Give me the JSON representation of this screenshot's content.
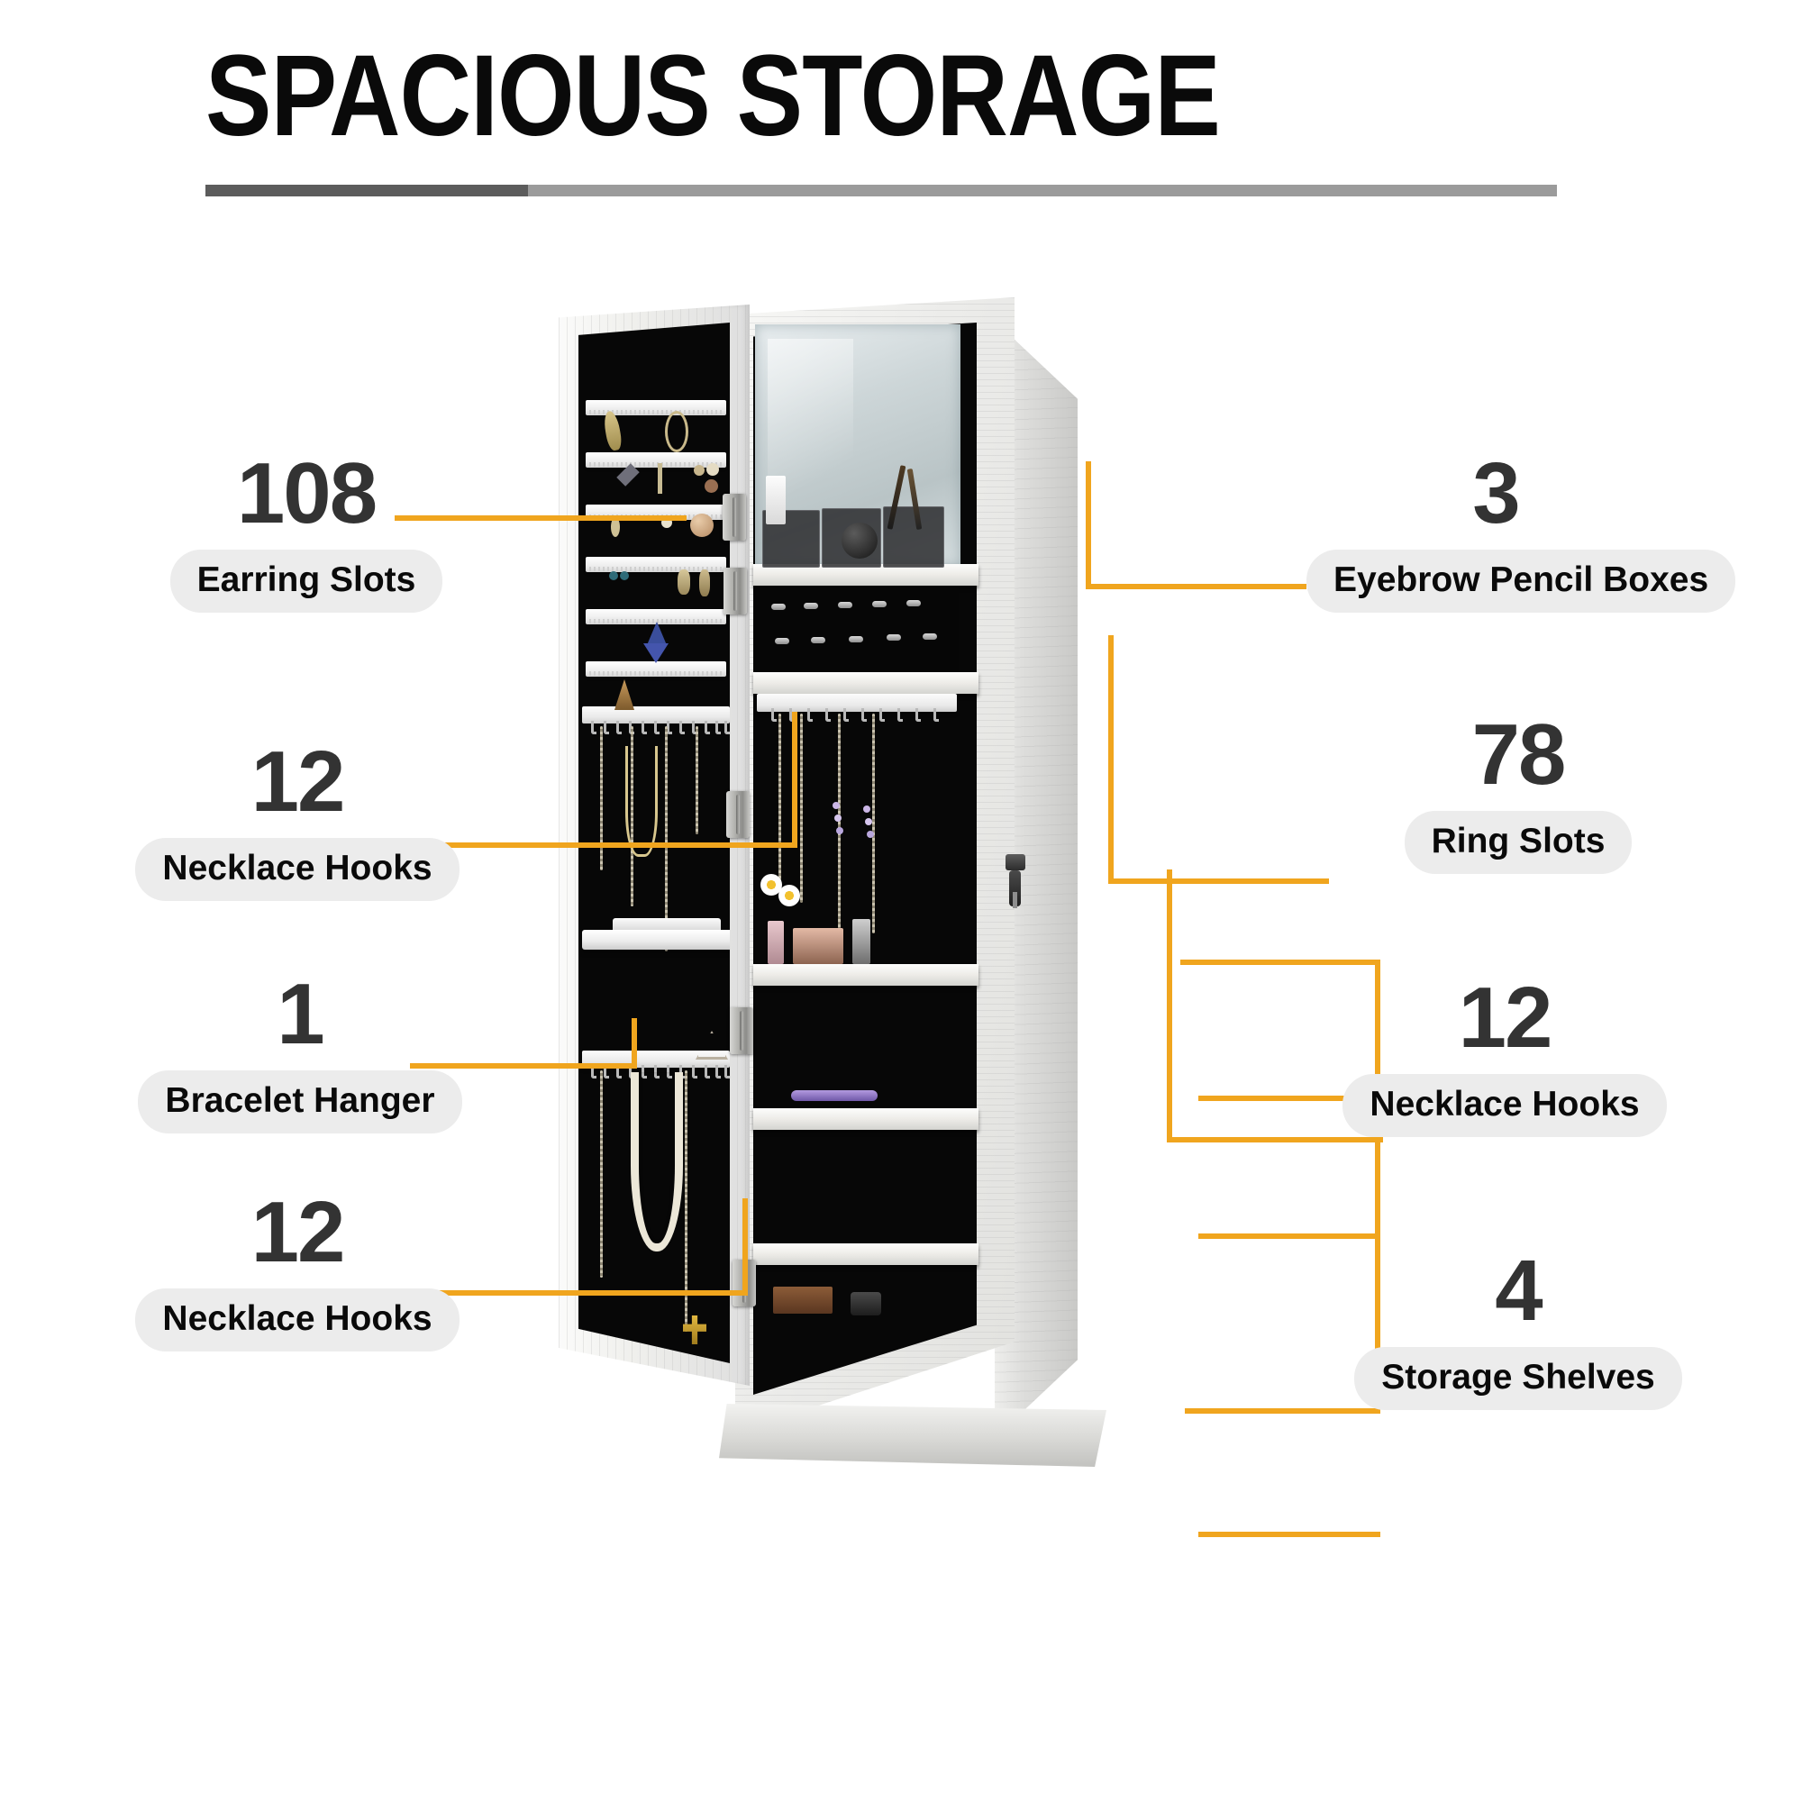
{
  "header": {
    "title": "SPACIOUS STORAGE",
    "accent_color": "#f0a51e",
    "rule_color": "#9b9b9b",
    "rule_accent_color": "#5c5c5c",
    "number_color": "#333333",
    "pill_bg_color": "#ececec"
  },
  "callouts": {
    "left": [
      {
        "number": "108",
        "label": "Earring Slots"
      },
      {
        "number": "12",
        "label": "Necklace Hooks"
      },
      {
        "number": "1",
        "label": "Bracelet Hanger"
      },
      {
        "number": "12",
        "label": "Necklace Hooks"
      }
    ],
    "right": [
      {
        "number": "3",
        "label": "Eyebrow Pencil Boxes"
      },
      {
        "number": "78",
        "label": "Ring Slots"
      },
      {
        "number": "12",
        "label": "Necklace Hooks"
      },
      {
        "number": "4",
        "label": "Storage Shelves"
      }
    ]
  },
  "product": {
    "name": "jewelry-armoire-cabinet",
    "finish_color": "#efefec",
    "interior_color": "#070707",
    "mirror_color": "#c4ced0"
  }
}
